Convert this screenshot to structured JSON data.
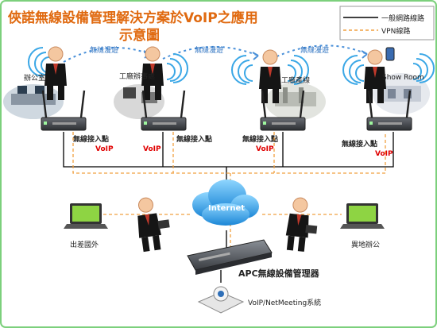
{
  "title": {
    "line1": "俠諾無線設備管理解決方案於VoIP之應用",
    "line2": "示意圖"
  },
  "legend": {
    "normal": "一般網路線路",
    "vpn": "VPN線路"
  },
  "roam_label": "無縫漫遊",
  "sites": [
    {
      "name": "辦公室"
    },
    {
      "name": "工廠辦事處"
    },
    {
      "name": "工廠產線"
    },
    {
      "name": "Show Room"
    }
  ],
  "ap_label": "無線接入點",
  "voip_label": "VoIP",
  "internet_label": "Internet",
  "remote": {
    "travel": "出差國外",
    "branch": "異地辦公"
  },
  "controller_label": "APC無線設備管理器",
  "voip_system_label": "VoIP/NetMeeting系統",
  "colors": {
    "title": "#e06a10",
    "voip": "#e00000",
    "roam": "#2a70c0",
    "vpn": "#f0a040",
    "cloud": "#2a9ee0",
    "border": "#7cd07c"
  }
}
